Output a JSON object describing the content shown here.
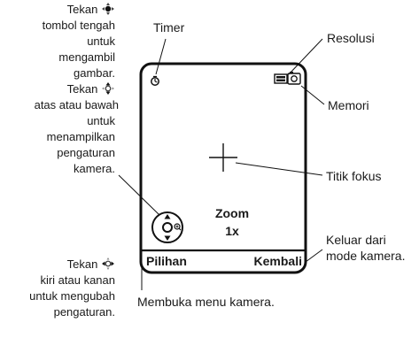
{
  "instructions": {
    "center": {
      "press": "Tekan",
      "lines": [
        "tombol tengah",
        "untuk",
        "mengambil",
        "gambar."
      ]
    },
    "updown": {
      "press": "Tekan",
      "lines": [
        "atas atau bawah",
        "untuk",
        "menampilkan",
        "pengaturan",
        "kamera."
      ]
    },
    "leftright": {
      "press": "Tekan",
      "lines": [
        "kiri atau kanan",
        "untuk mengubah",
        "pengaturan."
      ]
    }
  },
  "callouts": {
    "timer": "Timer",
    "resolution": "Resolusi",
    "memory": "Memori",
    "focus": "Titik fokus",
    "exit_line1": "Keluar dari",
    "exit_line2": "mode kamera.",
    "open_menu": "Membuka menu kamera."
  },
  "screen": {
    "zoom_label": "Zoom",
    "zoom_value": "1x",
    "softkey_left": "Pilihan",
    "softkey_right": "Kembali"
  }
}
